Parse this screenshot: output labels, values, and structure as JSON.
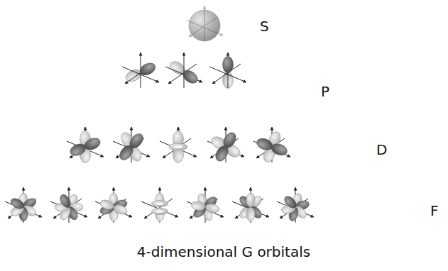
{
  "diagram": {
    "caption": "4-dimensional G orbitals",
    "labels": [
      "S",
      "P",
      "D",
      "F"
    ]
  }
}
